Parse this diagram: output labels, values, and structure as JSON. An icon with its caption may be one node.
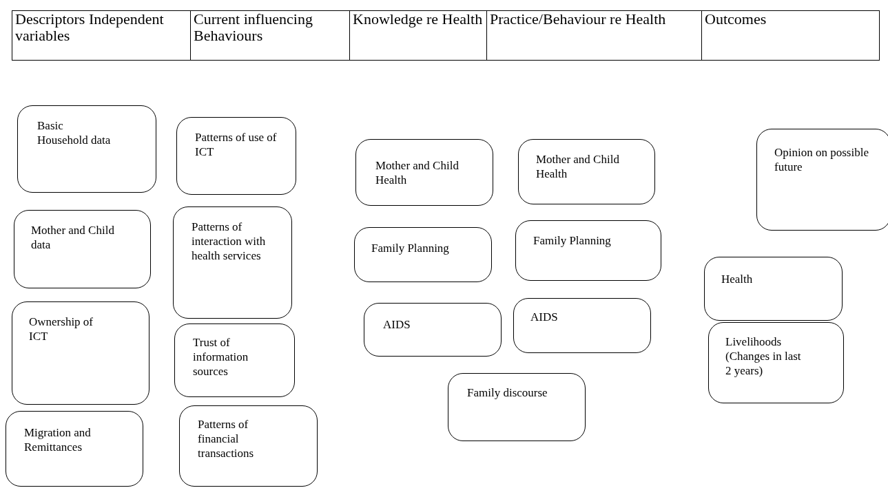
{
  "diagram": {
    "nodes": [
      {
        "text": [
          "Basic Household data"
        ]
      },
      {
        "text": [
          "Mother and Child  data"
        ]
      },
      {
        "text": [
          "Ownership of ICT"
        ]
      },
      {
        "text": [
          "Migration and Remittances"
        ]
      },
      {
        "text": [
          "Patterns of use of ICT"
        ]
      },
      {
        "text": [
          "Patterns of interaction with health services"
        ]
      },
      {
        "text": [
          "Trust of information sources"
        ]
      },
      {
        "text": [
          "Patterns of financial transactions"
        ]
      },
      {
        "text": [
          "Mother and Child Health"
        ]
      },
      {
        "text": [
          "Family Planning"
        ]
      },
      {
        "text": [
          "AIDS"
        ]
      },
      {
        "text": [
          "Family discourse"
        ]
      },
      {
        "text": [
          "Mother and Child Health"
        ]
      },
      {
        "text": [
          "Family Planning"
        ]
      },
      {
        "text": [
          "AIDS"
        ]
      },
      {
        "text": [
          "Opinion on possible future"
        ]
      },
      {
        "text": [
          "Health"
        ]
      },
      {
        "text": [
          "Livelihoods (Changes in last 2 years)"
        ]
      }
    ],
    "labels": [
      "Descriptors Independent variables",
      "Current influencing Behaviours",
      "Knowledge re Health",
      "Practice/Behaviour re Health",
      "Outcomes"
    ]
  }
}
